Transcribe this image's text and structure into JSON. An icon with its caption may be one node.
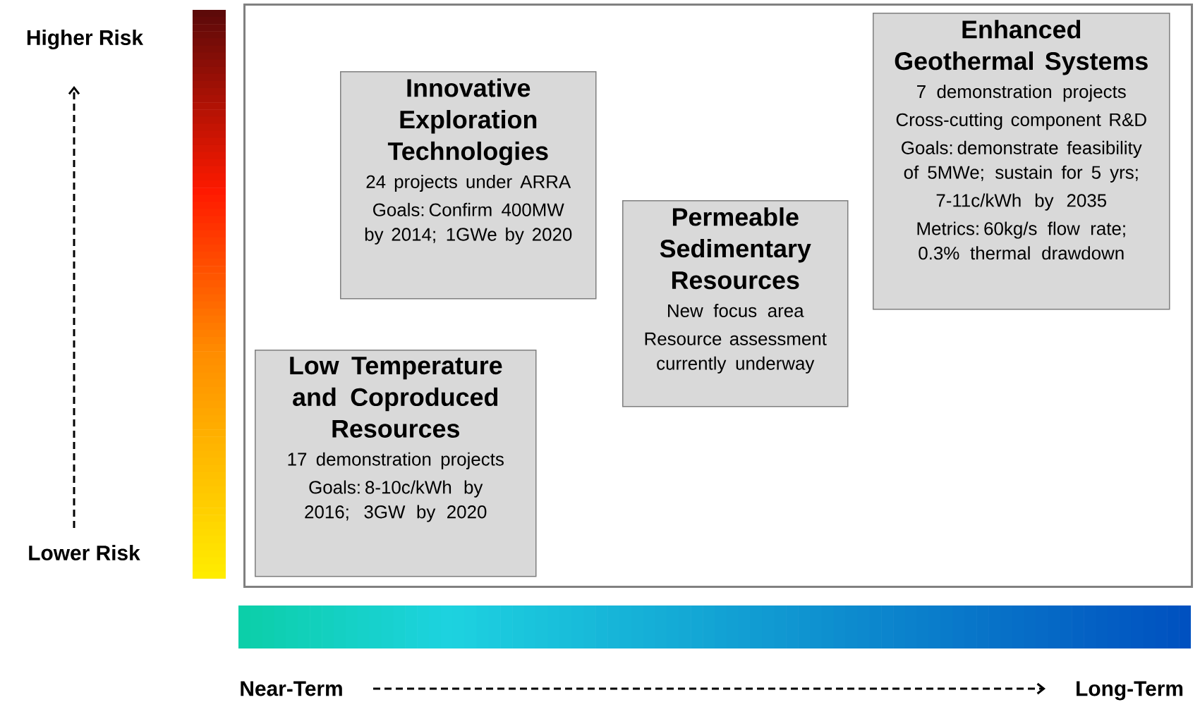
{
  "diagram": {
    "nodes": [
      {
        "text": [],
        "shape": "box"
      },
      {
        "text": [
          "Innovative Exploration Technologies",
          "24 projects under ARRA",
          "Goals: Confirm 400MW by 2014; 1GWe by 2020"
        ],
        "in": 0
      },
      {
        "text": [
          "Enhanced Geothermal Systems",
          "7 demonstration projects",
          "Cross-cutting component R&D",
          "Goals: demonstrate feasibility of 5MWe; sustain for 5 yrs;",
          "7-11c/kWh by 2035",
          "Metrics: 60kg/s flow rate; 0.3% thermal drawdown"
        ],
        "in": 0
      },
      {
        "text": [
          "Permeable Sedimentary Resources",
          "New focus area",
          "Resource assessment currently underway"
        ],
        "in": 0
      },
      {
        "text": [
          "Low Temperature and Coproduced Resources",
          "17 demonstration projects",
          "Goals: 8-10c/kWh by 2016; 3GW by 2020"
        ],
        "in": 0
      }
    ],
    "labels": [
      "Higher Risk",
      "Lower Risk",
      "Near-Term",
      "Long-Term"
    ]
  }
}
